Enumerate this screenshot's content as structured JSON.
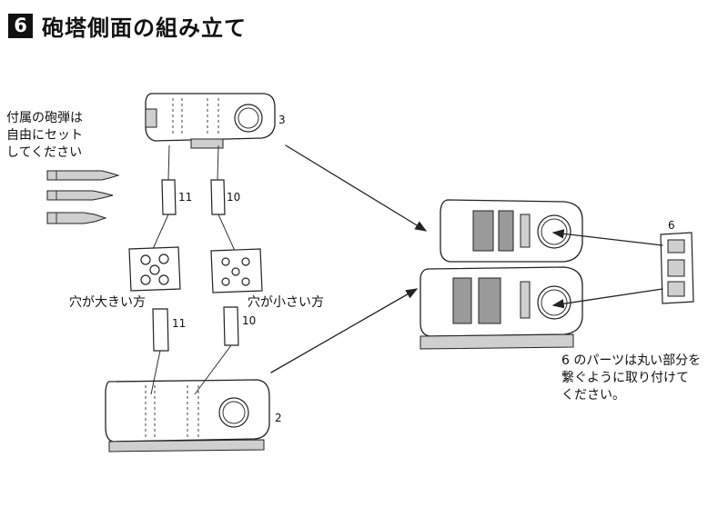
{
  "header": {
    "step_number": "6",
    "title": "砲塔側面の組み立て"
  },
  "notes": {
    "bullets": "付属の砲弾は\n自由にセット\nしてください",
    "big_holes": "穴が大きい方",
    "small_holes": "穴が小さい方",
    "part6": "6 のパーツは丸い部分を\n繋ぐように取り付けて\nください。"
  },
  "part_labels": {
    "p3": "3",
    "p2": "2",
    "p6": "6",
    "p11_upper": "11",
    "p10_upper": "10",
    "p11_lower": "11",
    "p10_lower": "10"
  }
}
